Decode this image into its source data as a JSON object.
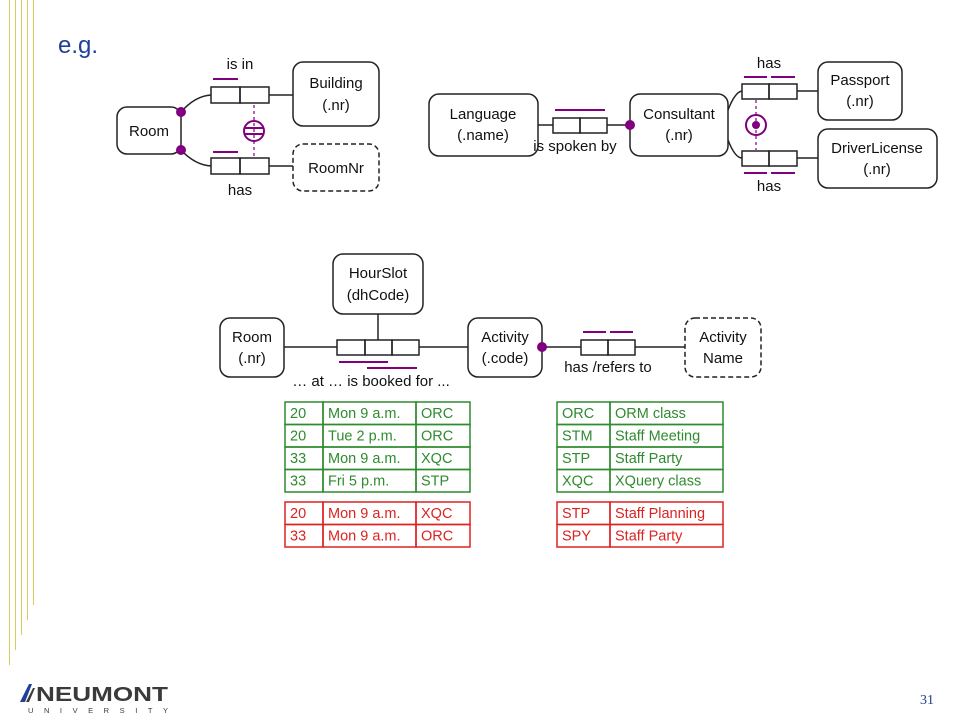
{
  "slide": {
    "heading": "e.g.",
    "page_number": "31",
    "logo_word": "NEUMONT",
    "logo_sub": "UNIVERSITY"
  },
  "colors": {
    "accent_bar": "#d8cc5a",
    "heading": "#1f3f9a",
    "role_marker": "#800080",
    "valid_population": "#2e8b2e",
    "invalid_population": "#dd2222"
  },
  "model1": {
    "entity_room": "Room",
    "entity_building": [
      "Building",
      "(.nr)"
    ],
    "value_roomnr": "RoomNr",
    "label_is_in": "is in",
    "label_has": "has"
  },
  "model2": {
    "entity_language": [
      "Language",
      "(.name)"
    ],
    "entity_consultant": [
      "Consultant",
      "(.nr)"
    ],
    "entity_passport": [
      "Passport",
      "(.nr)"
    ],
    "entity_driverlicense": [
      "DriverLicense",
      "(.nr)"
    ],
    "label_is_spoken_by": "is spoken by",
    "label_has_top": "has",
    "label_has_bottom": "has"
  },
  "model3": {
    "entity_hourslot": [
      "HourSlot",
      "(dhCode)"
    ],
    "entity_room": [
      "Room",
      "(.nr)"
    ],
    "entity_activity": [
      "Activity",
      "(.code)"
    ],
    "value_activityname": [
      "Activity",
      "Name"
    ],
    "label_booked": "… at … is booked for ...",
    "label_refers": "has /refers to"
  },
  "tables": {
    "booking_valid": [
      [
        "20",
        "Mon 9 a.m.",
        "ORC"
      ],
      [
        "20",
        "Tue 2 p.m.",
        "ORC"
      ],
      [
        "33",
        "Mon 9 a.m.",
        "XQC"
      ],
      [
        "33",
        "Fri 5 p.m.",
        "STP"
      ]
    ],
    "booking_invalid": [
      [
        "20",
        "Mon 9 a.m.",
        "XQC"
      ],
      [
        "33",
        "Mon 9 a.m.",
        "ORC"
      ]
    ],
    "activity_valid": [
      [
        "ORC",
        "ORM class"
      ],
      [
        "STM",
        "Staff Meeting"
      ],
      [
        "STP",
        "Staff Party"
      ],
      [
        "XQC",
        "XQuery class"
      ]
    ],
    "activity_invalid": [
      [
        "STP",
        "Staff Planning"
      ],
      [
        "SPY",
        "Staff Party"
      ]
    ]
  }
}
